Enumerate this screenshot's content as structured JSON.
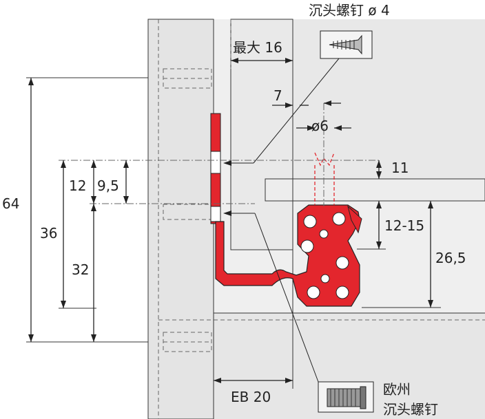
{
  "labels": {
    "countersunk_screw": "沉头螺钉 ø 4",
    "max": "最大 16",
    "d7": "7",
    "d6": "ø6",
    "d11": "11",
    "d12_15": "12-15",
    "d26_5": "26,5",
    "d64": "64",
    "d36": "36",
    "d12": "12",
    "d9_5": "9,5",
    "d32": "32",
    "eb20": "EB 20",
    "euro_line1": "欧州",
    "euro_line2": "沉头螺钉"
  },
  "colors": {
    "rail_red": "#e3262d",
    "panel_gray": "#ececec",
    "side_gray": "#e4e4e4",
    "line": "#222222"
  },
  "icons": [
    "countersunk-screw-icon",
    "euro-screw-icon"
  ]
}
